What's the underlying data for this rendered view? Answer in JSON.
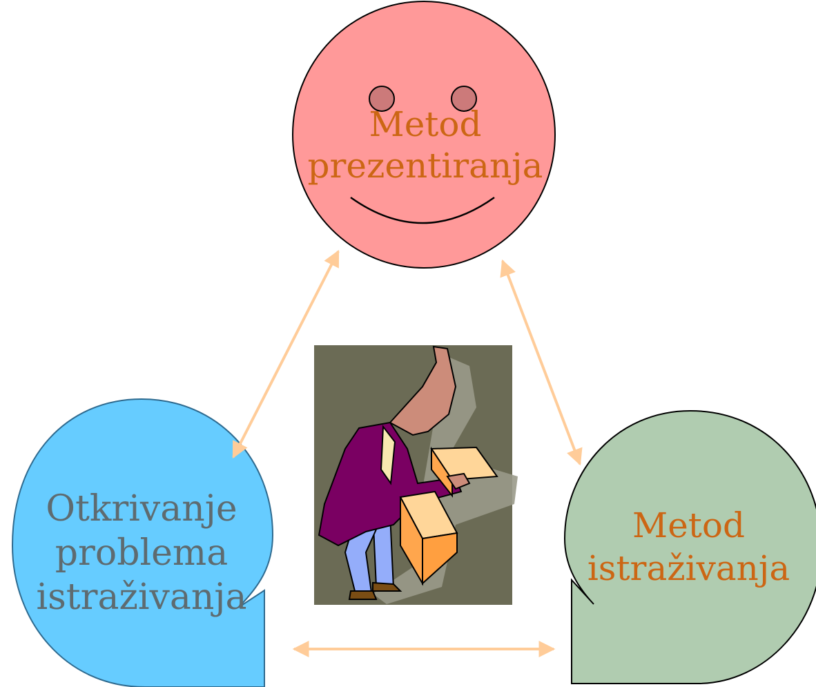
{
  "nodes": {
    "top": {
      "line1": "Metod",
      "line2": "prezentiranja"
    },
    "left": {
      "line1": "Otkrivanje",
      "line2": "problema",
      "line3": "istraživanja"
    },
    "right": {
      "line1": "Metod",
      "line2": "istraživanja"
    }
  },
  "colors": {
    "top_fill": "#ff9999",
    "left_fill": "#66ccff",
    "right_fill": "#b0ccb0",
    "arrow": "#ffcc99",
    "label_orange": "#cc6614",
    "label_gray": "#5e6b70",
    "clipart_bg": "#6b6b55"
  },
  "icons": {
    "smiley": "smiley-face-icon",
    "clipart": "man-opening-box-icon"
  }
}
